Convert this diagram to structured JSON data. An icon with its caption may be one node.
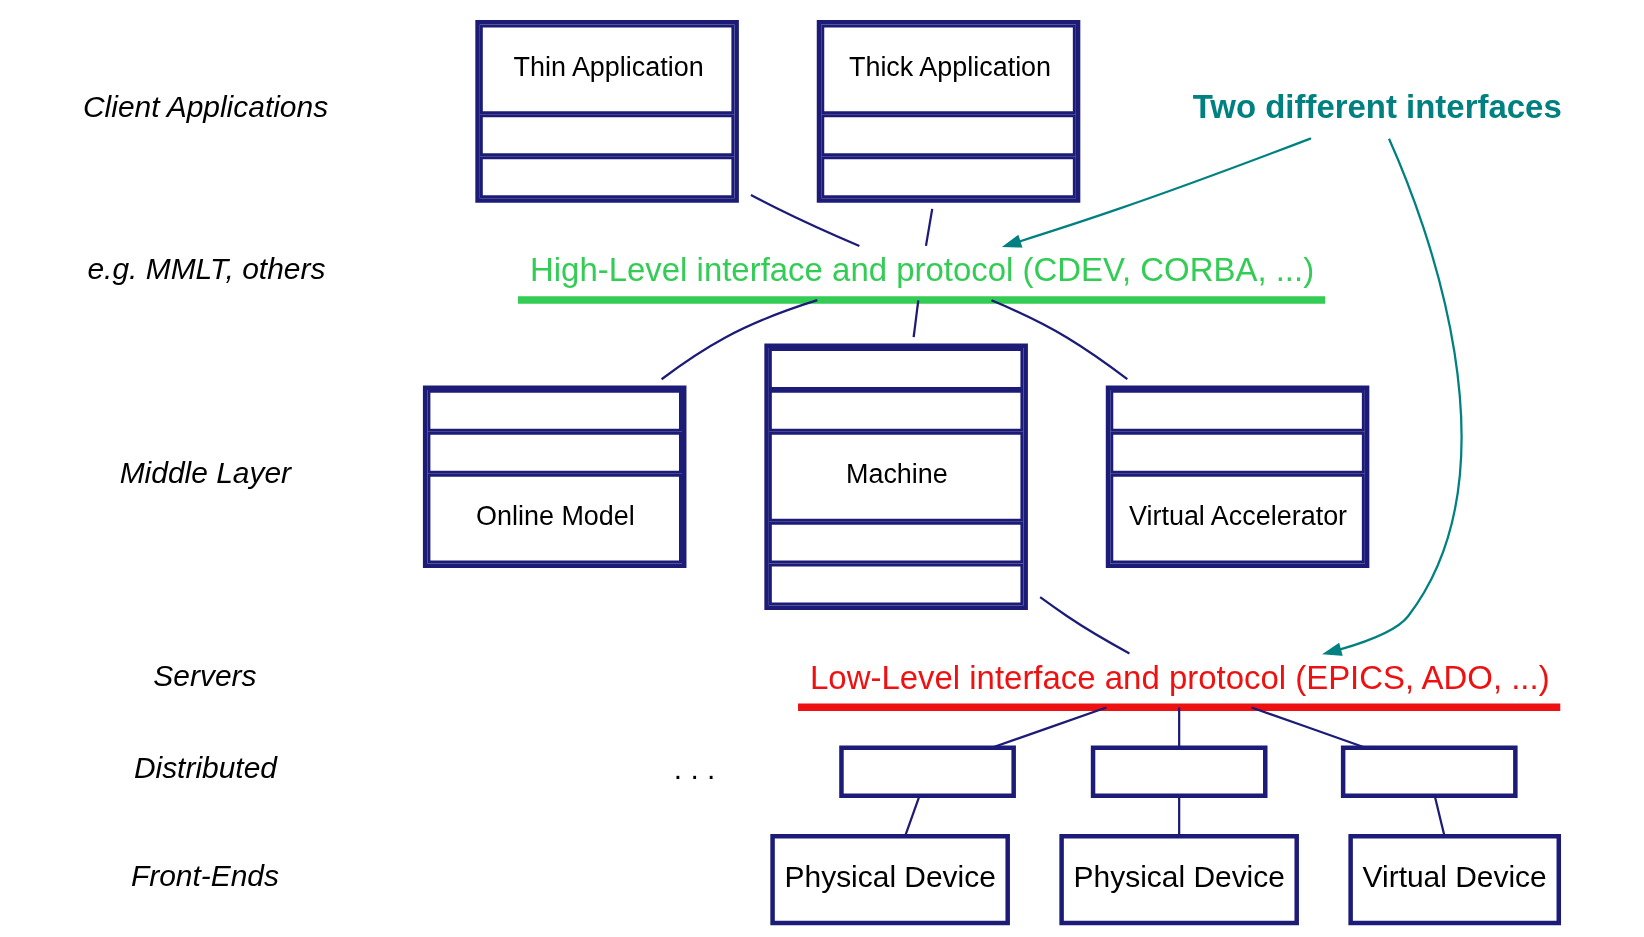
{
  "diagram": {
    "nodes": [
      {
        "text": [
          "Thin Application"
        ]
      },
      {
        "text": [
          "Thick Application"
        ]
      },
      {
        "text": [
          "High-Level interface and protocol (CDEV, CORBA, ...)"
        ]
      },
      {
        "text": [
          "Online Model"
        ]
      },
      {
        "text": [
          "Machine"
        ]
      },
      {
        "text": [
          "Virtual Accelerator"
        ]
      },
      {
        "text": [
          "Low-Level interface and protocol (EPICS, ADO, ...)"
        ]
      },
      {
        "text": [],
        "shape": "box"
      },
      {
        "text": [],
        "shape": "box"
      },
      {
        "text": [],
        "shape": "box"
      },
      {
        "text": [
          "Physical Device"
        ]
      },
      {
        "text": [
          "Physical Device"
        ]
      },
      {
        "text": [
          "Virtual Device"
        ]
      },
      {
        "text": [
          "Two different interfaces"
        ]
      }
    ],
    "edges": [
      {
        "from": 0,
        "to": 2,
        "arrow": "none"
      },
      {
        "from": 1,
        "to": 2,
        "arrow": "none"
      },
      {
        "from": 2,
        "to": 3,
        "arrow": "none"
      },
      {
        "from": 2,
        "to": 4,
        "arrow": "none"
      },
      {
        "from": 2,
        "to": 5,
        "arrow": "none"
      },
      {
        "from": 4,
        "to": 6,
        "arrow": "none"
      },
      {
        "from": 6,
        "to": 7,
        "arrow": "none"
      },
      {
        "from": 6,
        "to": 8,
        "arrow": "none"
      },
      {
        "from": 6,
        "to": 9,
        "arrow": "none"
      },
      {
        "from": 7,
        "to": 10,
        "arrow": "none"
      },
      {
        "from": 8,
        "to": 11,
        "arrow": "none"
      },
      {
        "from": 9,
        "to": 12,
        "arrow": "none"
      },
      {
        "from": 13,
        "to": 2,
        "arrow": "to",
        "color": "#008080"
      },
      {
        "from": 13,
        "to": 6,
        "arrow": "to",
        "color": "#008080"
      }
    ],
    "labels": [
      "Client Applications",
      "e.g. MMLT, others",
      "Middle Layer",
      "Servers",
      "Distributed",
      "Front-Ends",
      ". . ."
    ]
  }
}
